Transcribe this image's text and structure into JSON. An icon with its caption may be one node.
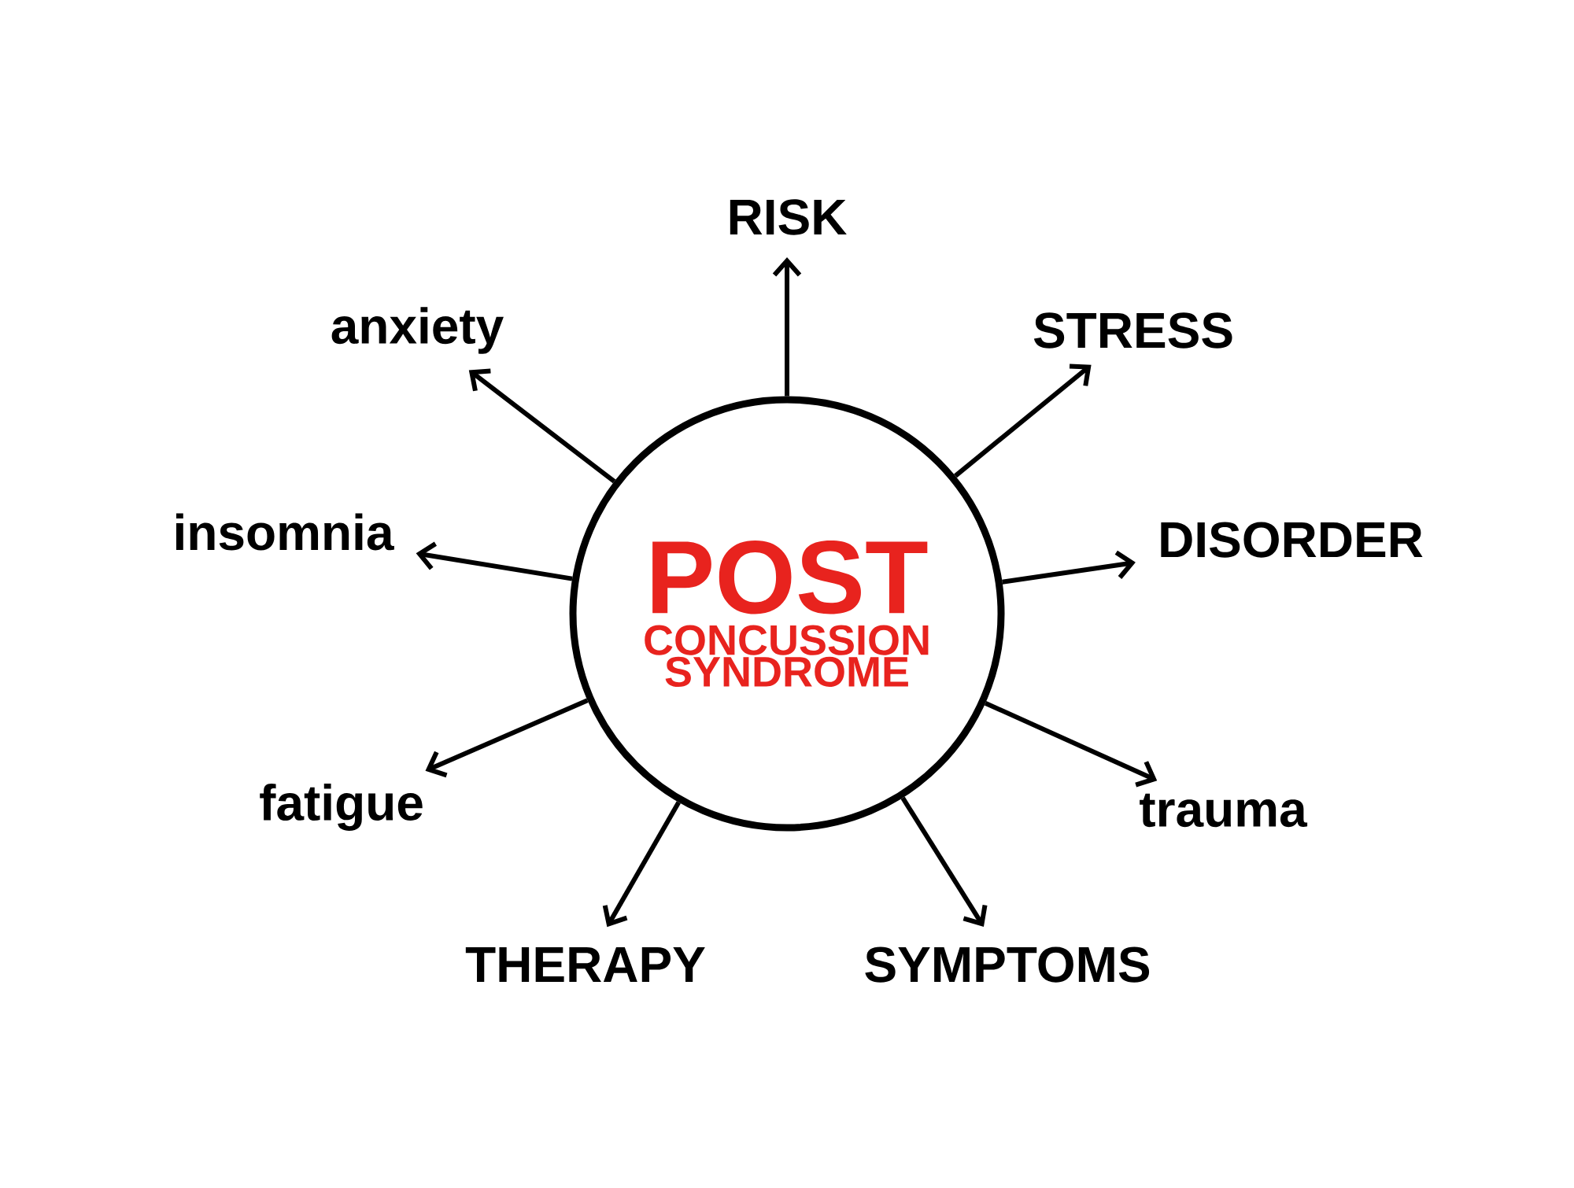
{
  "diagram": {
    "nodes": [
      {
        "text": [
          "POST",
          "CONCUSSION SYNDROME"
        ]
      },
      {
        "text": [
          "RISK"
        ]
      },
      {
        "text": [
          "anxiety"
        ]
      },
      {
        "text": [
          "STRESS"
        ]
      },
      {
        "text": [
          "insomnia"
        ]
      },
      {
        "text": [
          "DISORDER"
        ]
      },
      {
        "text": [
          "fatigue"
        ]
      },
      {
        "text": [
          "trauma"
        ]
      },
      {
        "text": [
          "THERAPY"
        ]
      },
      {
        "text": [
          "SYMPTOMS"
        ]
      }
    ],
    "edges": [
      {
        "from": 0,
        "to": 1,
        "arrow": "to"
      },
      {
        "from": 0,
        "to": 2,
        "arrow": "to"
      },
      {
        "from": 0,
        "to": 3,
        "arrow": "to"
      },
      {
        "from": 0,
        "to": 4,
        "arrow": "to"
      },
      {
        "from": 0,
        "to": 5,
        "arrow": "to"
      },
      {
        "from": 0,
        "to": 6,
        "arrow": "to"
      },
      {
        "from": 0,
        "to": 7,
        "arrow": "to"
      },
      {
        "from": 0,
        "to": 8,
        "arrow": "to"
      },
      {
        "from": 0,
        "to": 9,
        "arrow": "to"
      }
    ]
  }
}
